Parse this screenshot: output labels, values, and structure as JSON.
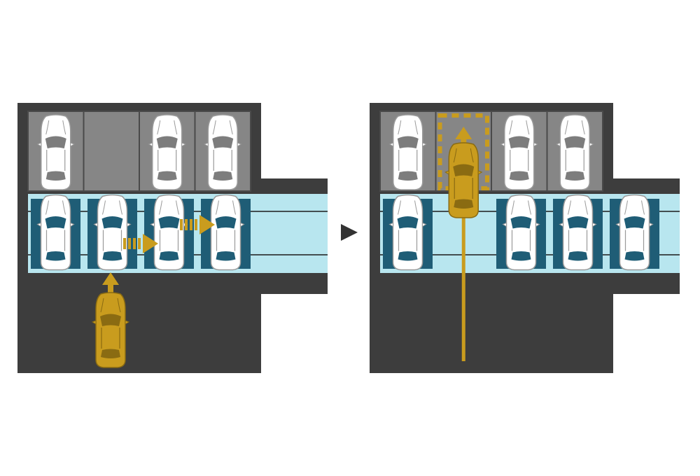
{
  "colors": {
    "background": "#ffffff",
    "asphalt": "#3d3d3d",
    "stall": "#868686",
    "stall_line": "#4a4a4a",
    "shuttle_lane": "#b8e6ef",
    "lane_line": "#1c1c1c",
    "pallet": "#1f5d76",
    "car_body": "#ffffff",
    "car_outline": "#9a9a9a",
    "car_glass_gray": "#7d7d7d",
    "car_glass_blue": "#1f5d76",
    "active_car": "#c99c1e",
    "active_glass": "#8a6b12",
    "arrow": "#c99c1e",
    "transition_arrow": "#333333"
  },
  "icons": {
    "car": "car-top-view-icon",
    "arrow": "arrow-up-icon",
    "transition": "play-triangle-icon"
  },
  "panels": [
    {
      "name": "before",
      "stalls": [
        "car",
        "empty",
        "car",
        "car"
      ],
      "shuttle_pallets": [
        {
          "slot": 0,
          "car": true
        },
        {
          "slot": 1,
          "car": true,
          "moving_right": true
        },
        {
          "slot": 2,
          "car": true,
          "moving_right": true
        },
        {
          "slot": 3,
          "car": true
        }
      ],
      "active_car": {
        "position": "entrance",
        "heading": "up"
      }
    },
    {
      "name": "after",
      "stalls": [
        "car",
        "target",
        "car",
        "car"
      ],
      "shuttle_pallets": [
        {
          "slot": 0,
          "car": true
        },
        {
          "slot": 2,
          "car": true
        },
        {
          "slot": 3,
          "car": true
        },
        {
          "slot": 4,
          "car": true
        }
      ],
      "active_car": {
        "position": "stall-2",
        "heading": "up",
        "path_shown": true
      }
    }
  ]
}
